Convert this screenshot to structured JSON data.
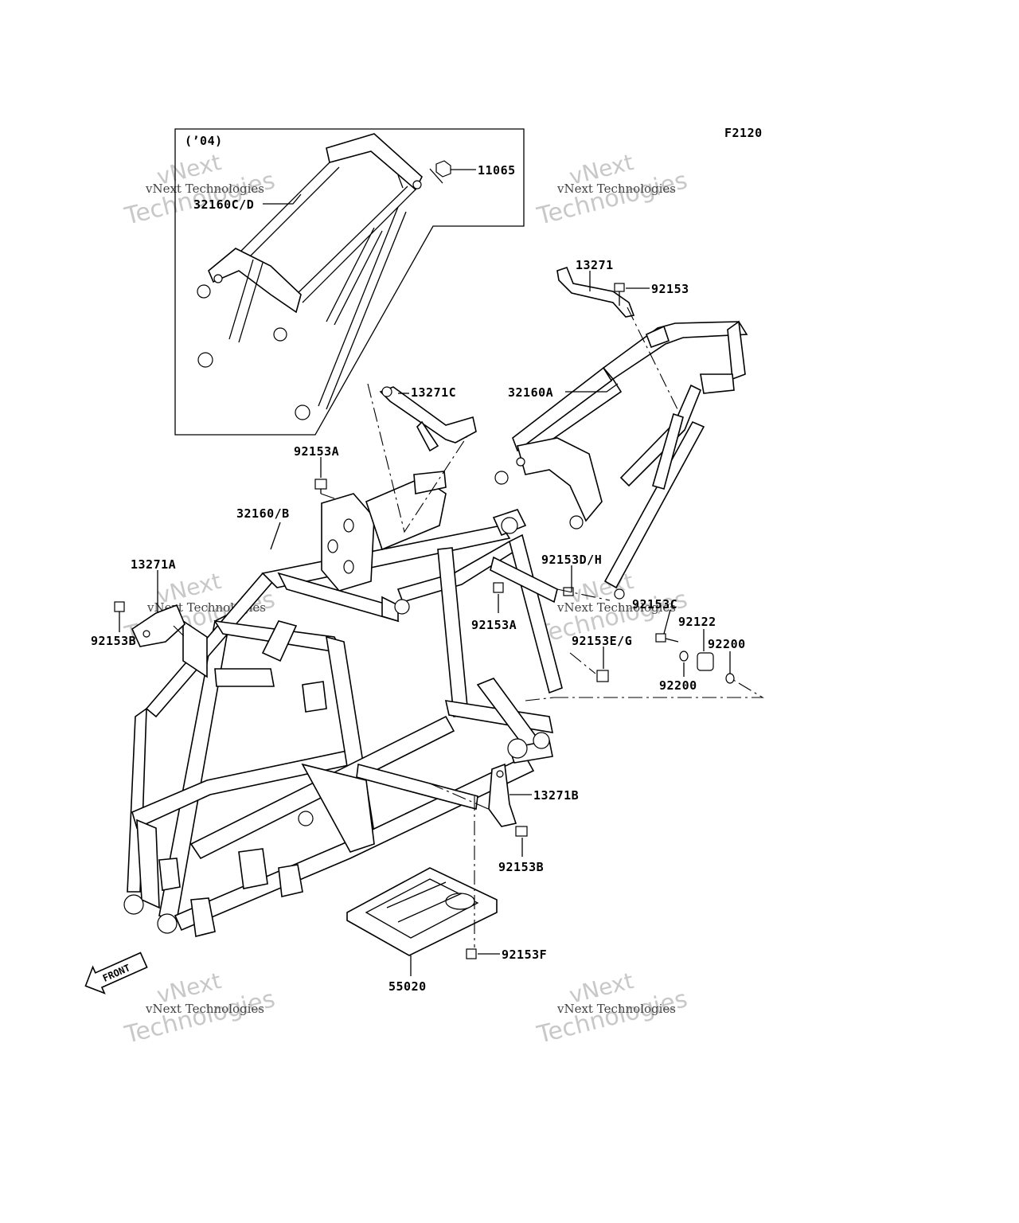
{
  "figure_code": "F2120",
  "inset_year": "(’04)",
  "watermark": {
    "brand_lines": [
      "vNext",
      "Technologies"
    ],
    "caption": "vNext Technologies"
  },
  "front_arrow_label": "FRONT",
  "callouts": {
    "c11065": "11065",
    "c32160CD": "32160C/D",
    "c13271": "13271",
    "c92153": "92153",
    "c13271C": "13271C",
    "c32160A": "32160A",
    "c92153A_top": "92153A",
    "c32160B": "32160/B",
    "c92153DH": "92153D/H",
    "c13271A": "13271A",
    "c92153C": "92153C",
    "c92122": "92122",
    "c92200_a": "92200",
    "c92153B_left": "92153B",
    "c92153A_mid": "92153A",
    "c92153EG": "92153E/G",
    "c92200_b": "92200",
    "c13271B": "13271B",
    "c92153B_low": "92153B",
    "c92153F": "92153F",
    "c55020": "55020"
  }
}
